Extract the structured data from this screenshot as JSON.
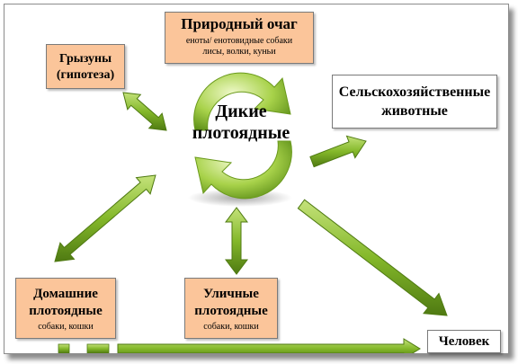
{
  "nodes": {
    "natural_focus": {
      "title": "Природный очаг",
      "lines": [
        "еноты/ енотовидные собаки",
        "лисы, волки, куньи"
      ]
    },
    "rodents": {
      "line1": "Грызуны",
      "line2": "(гипотеза)"
    },
    "farm_animals": {
      "line1": "Сельскохозяйственные",
      "line2": "животные"
    },
    "wild_carnivores": {
      "line1": "Дикие",
      "line2": "плотоядные"
    },
    "domestic": {
      "line1": "Домашние",
      "line2": "плотоядные",
      "sub": "собаки, кошки"
    },
    "street": {
      "line1": "Уличные",
      "line2": "плотоядные",
      "sub": "собаки, кошки"
    },
    "human": {
      "title": "Человек"
    }
  },
  "colors": {
    "arrow_fill": "#84b82a",
    "arrow_dark": "#4f7a12",
    "orange_box": "#fbc59a",
    "cycle_green": "#9ccc3c"
  }
}
